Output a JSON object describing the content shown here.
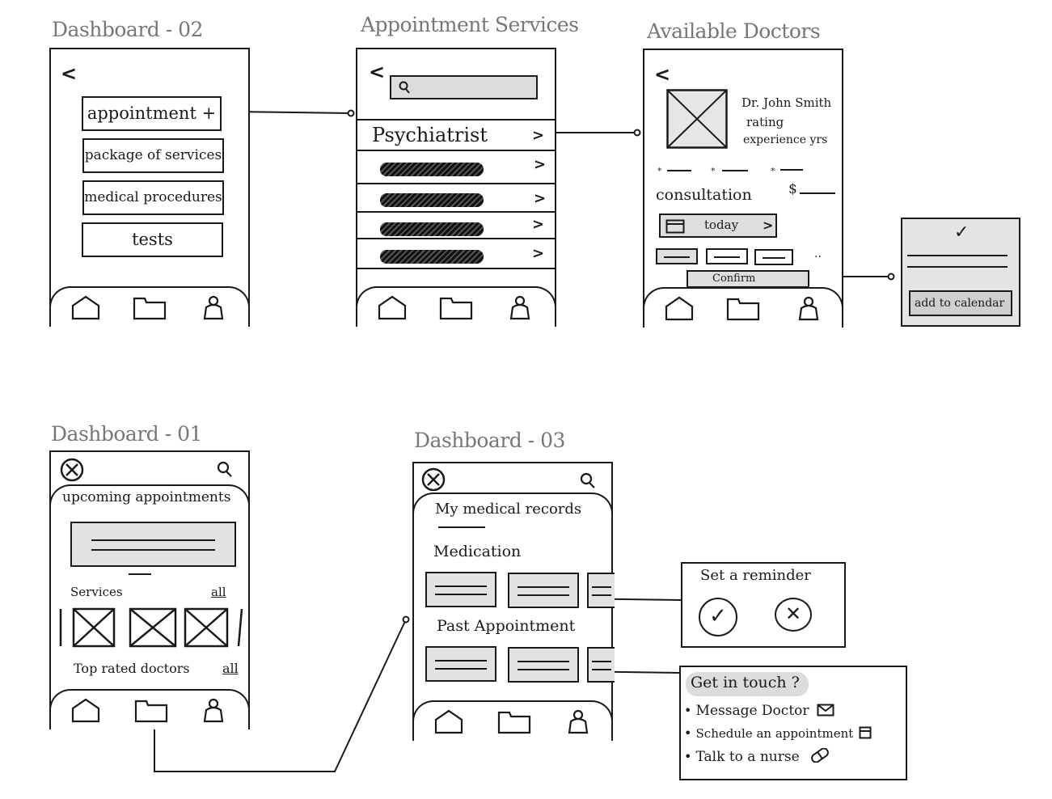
{
  "screens": {
    "dash02": {
      "title": "Dashboard - 02",
      "back": "<",
      "menu": [
        "appointment +",
        "package of services",
        "medical procedures",
        "tests"
      ]
    },
    "services": {
      "title": "Appointment Services",
      "back": "<",
      "first_item": "Psychiatrist",
      "chevron": ">"
    },
    "doctors": {
      "title": "Available Doctors",
      "back": "<",
      "doctor_name": "Dr. John Smith",
      "doctor_rating": "rating",
      "doctor_experience": "experience yrs",
      "consultation": "consultation",
      "price": "$",
      "today": "today",
      "today_chevron": ">",
      "more": "..",
      "confirm": "Confirm"
    },
    "calendar_popup": {
      "check": "✓",
      "add_to_calendar": "add to calendar"
    },
    "dash01": {
      "title": "Dashboard - 01",
      "upcoming": "upcoming appointments",
      "services": "Services",
      "services_all": "all",
      "top_rated": "Top rated doctors",
      "top_rated_all": "all"
    },
    "dash03": {
      "title": "Dashboard - 03",
      "records": "My medical records",
      "medication": "Medication",
      "past": "Past Appointment"
    },
    "reminder_popup": {
      "title": "Set a reminder",
      "accept": "✓",
      "decline": "✕"
    },
    "contact_popup": {
      "title": "Get in touch ?",
      "items": [
        "Message Doctor",
        "Schedule an appointment",
        "Talk to a nurse"
      ]
    }
  },
  "icons": [
    "back-icon",
    "search-icon",
    "close-icon",
    "home-icon",
    "folder-icon",
    "profile-icon",
    "calendar-icon",
    "mail-icon",
    "pill-icon",
    "image-placeholder-icon"
  ]
}
